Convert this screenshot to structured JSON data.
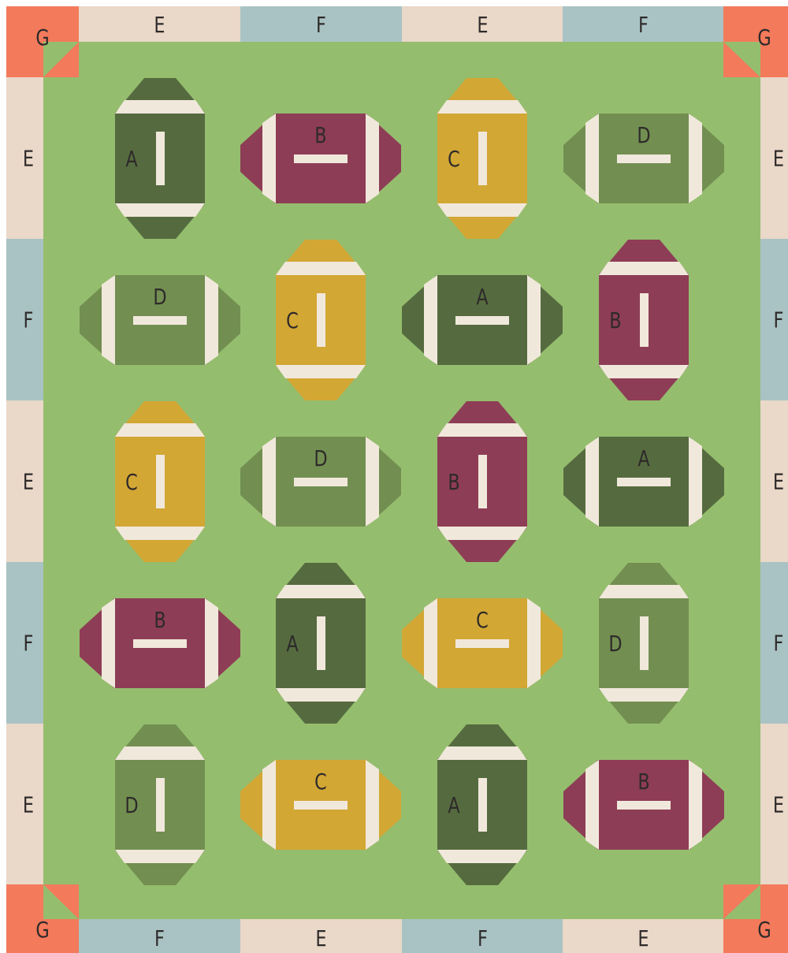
{
  "colors": {
    "background": "#95bd6e",
    "cream": "#f1e8dc",
    "tan": "#ead8c8",
    "blue": "#a9c3c4",
    "corner_orange": "#f37a5b",
    "A": "#556b3f",
    "B": "#8e3d56",
    "C": "#d2a734",
    "D": "#728f51"
  },
  "borders": {
    "top": [
      "E",
      "F",
      "E",
      "F"
    ],
    "bottom": [
      "F",
      "E",
      "F",
      "E"
    ],
    "left": [
      "E",
      "F",
      "E",
      "F",
      "E"
    ],
    "right": [
      "E",
      "F",
      "E",
      "F",
      "E"
    ],
    "corner_label": "G"
  },
  "footballs": [
    [
      {
        "label": "A",
        "orientation": "vertical"
      },
      {
        "label": "B",
        "orientation": "horizontal"
      },
      {
        "label": "C",
        "orientation": "vertical"
      },
      {
        "label": "D",
        "orientation": "horizontal"
      }
    ],
    [
      {
        "label": "D",
        "orientation": "horizontal"
      },
      {
        "label": "C",
        "orientation": "vertical"
      },
      {
        "label": "A",
        "orientation": "horizontal"
      },
      {
        "label": "B",
        "orientation": "vertical"
      }
    ],
    [
      {
        "label": "C",
        "orientation": "vertical"
      },
      {
        "label": "D",
        "orientation": "horizontal"
      },
      {
        "label": "B",
        "orientation": "vertical"
      },
      {
        "label": "A",
        "orientation": "horizontal"
      }
    ],
    [
      {
        "label": "B",
        "orientation": "horizontal"
      },
      {
        "label": "A",
        "orientation": "vertical"
      },
      {
        "label": "C",
        "orientation": "horizontal"
      },
      {
        "label": "D",
        "orientation": "vertical"
      }
    ],
    [
      {
        "label": "D",
        "orientation": "vertical"
      },
      {
        "label": "C",
        "orientation": "horizontal"
      },
      {
        "label": "A",
        "orientation": "vertical"
      },
      {
        "label": "B",
        "orientation": "horizontal"
      }
    ]
  ]
}
